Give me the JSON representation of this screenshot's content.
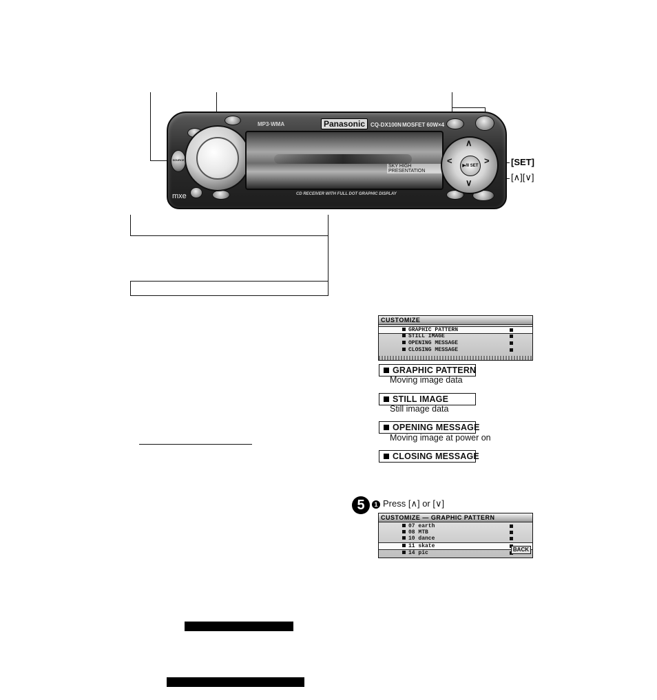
{
  "labels": {
    "set": "[SET]",
    "up_down": "[∧][∨]"
  },
  "unit": {
    "brand": "Panasonic",
    "model": "CQ-DX100N",
    "mosfet": "MOSFET 60W×4",
    "top_left_text": "MP3·WMA",
    "bottom_text": "CD RECEIVER WITH FULL DOT GRAPHIC DISPLAY",
    "source_button": "SOURCE",
    "display_tag": "SKY HIGH PRESENTATION",
    "nav_center": "▶/II SET",
    "mxe": "mxe"
  },
  "screen1": {
    "header": "CUSTOMIZE",
    "rows": [
      "GRAPHIC PATTERN",
      "STILL IMAGE",
      "OPENING MESSAGE",
      "CLOSING MESSAGE"
    ]
  },
  "categories": [
    {
      "label": "GRAPHIC PATTERN",
      "desc": "Moving image data"
    },
    {
      "label": "STILL IMAGE",
      "desc": "Still image data"
    },
    {
      "label": "OPENING MESSAGE",
      "desc": "Moving image at power on"
    },
    {
      "label": "CLOSING MESSAGE",
      "desc": ""
    }
  ],
  "step5": {
    "number": "5",
    "sub": "1",
    "instruction": "Press [∧] or [∨]"
  },
  "screen2": {
    "header": "CUSTOMIZE — GRAPHIC PATTERN",
    "rows": [
      "07 earth",
      "08 MTB",
      "10 dance",
      "11 skate",
      "14 pic"
    ],
    "back": "BACK"
  }
}
